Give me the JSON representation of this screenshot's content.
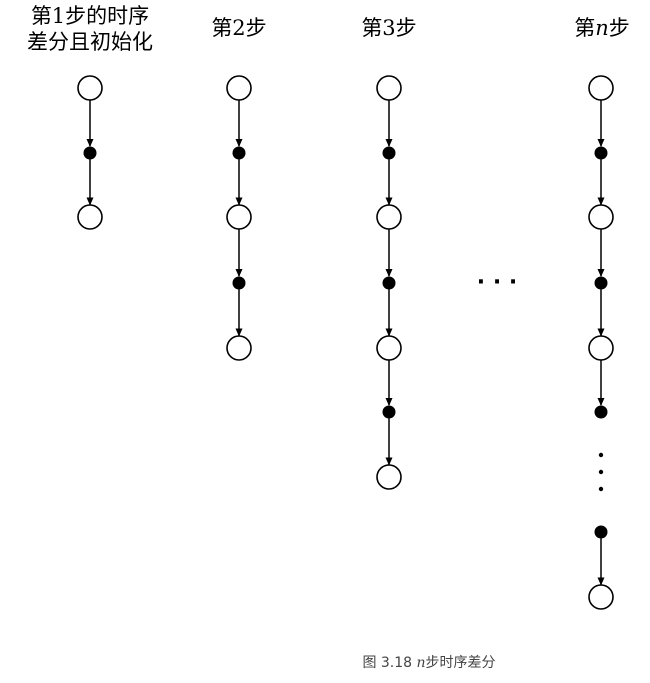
{
  "columns": [
    {
      "title_lines": [
        "第1步的时序",
        "差分且初始化"
      ]
    },
    {
      "title_pre": "第2步"
    },
    {
      "title_pre": "第3步"
    },
    {
      "title_pre": "第",
      "title_var": "n",
      "title_post": "步"
    }
  ],
  "ellipsis": "· · ·",
  "caption": {
    "pre": "图 3.18 ",
    "var": "n",
    "post": "步时序差分"
  }
}
